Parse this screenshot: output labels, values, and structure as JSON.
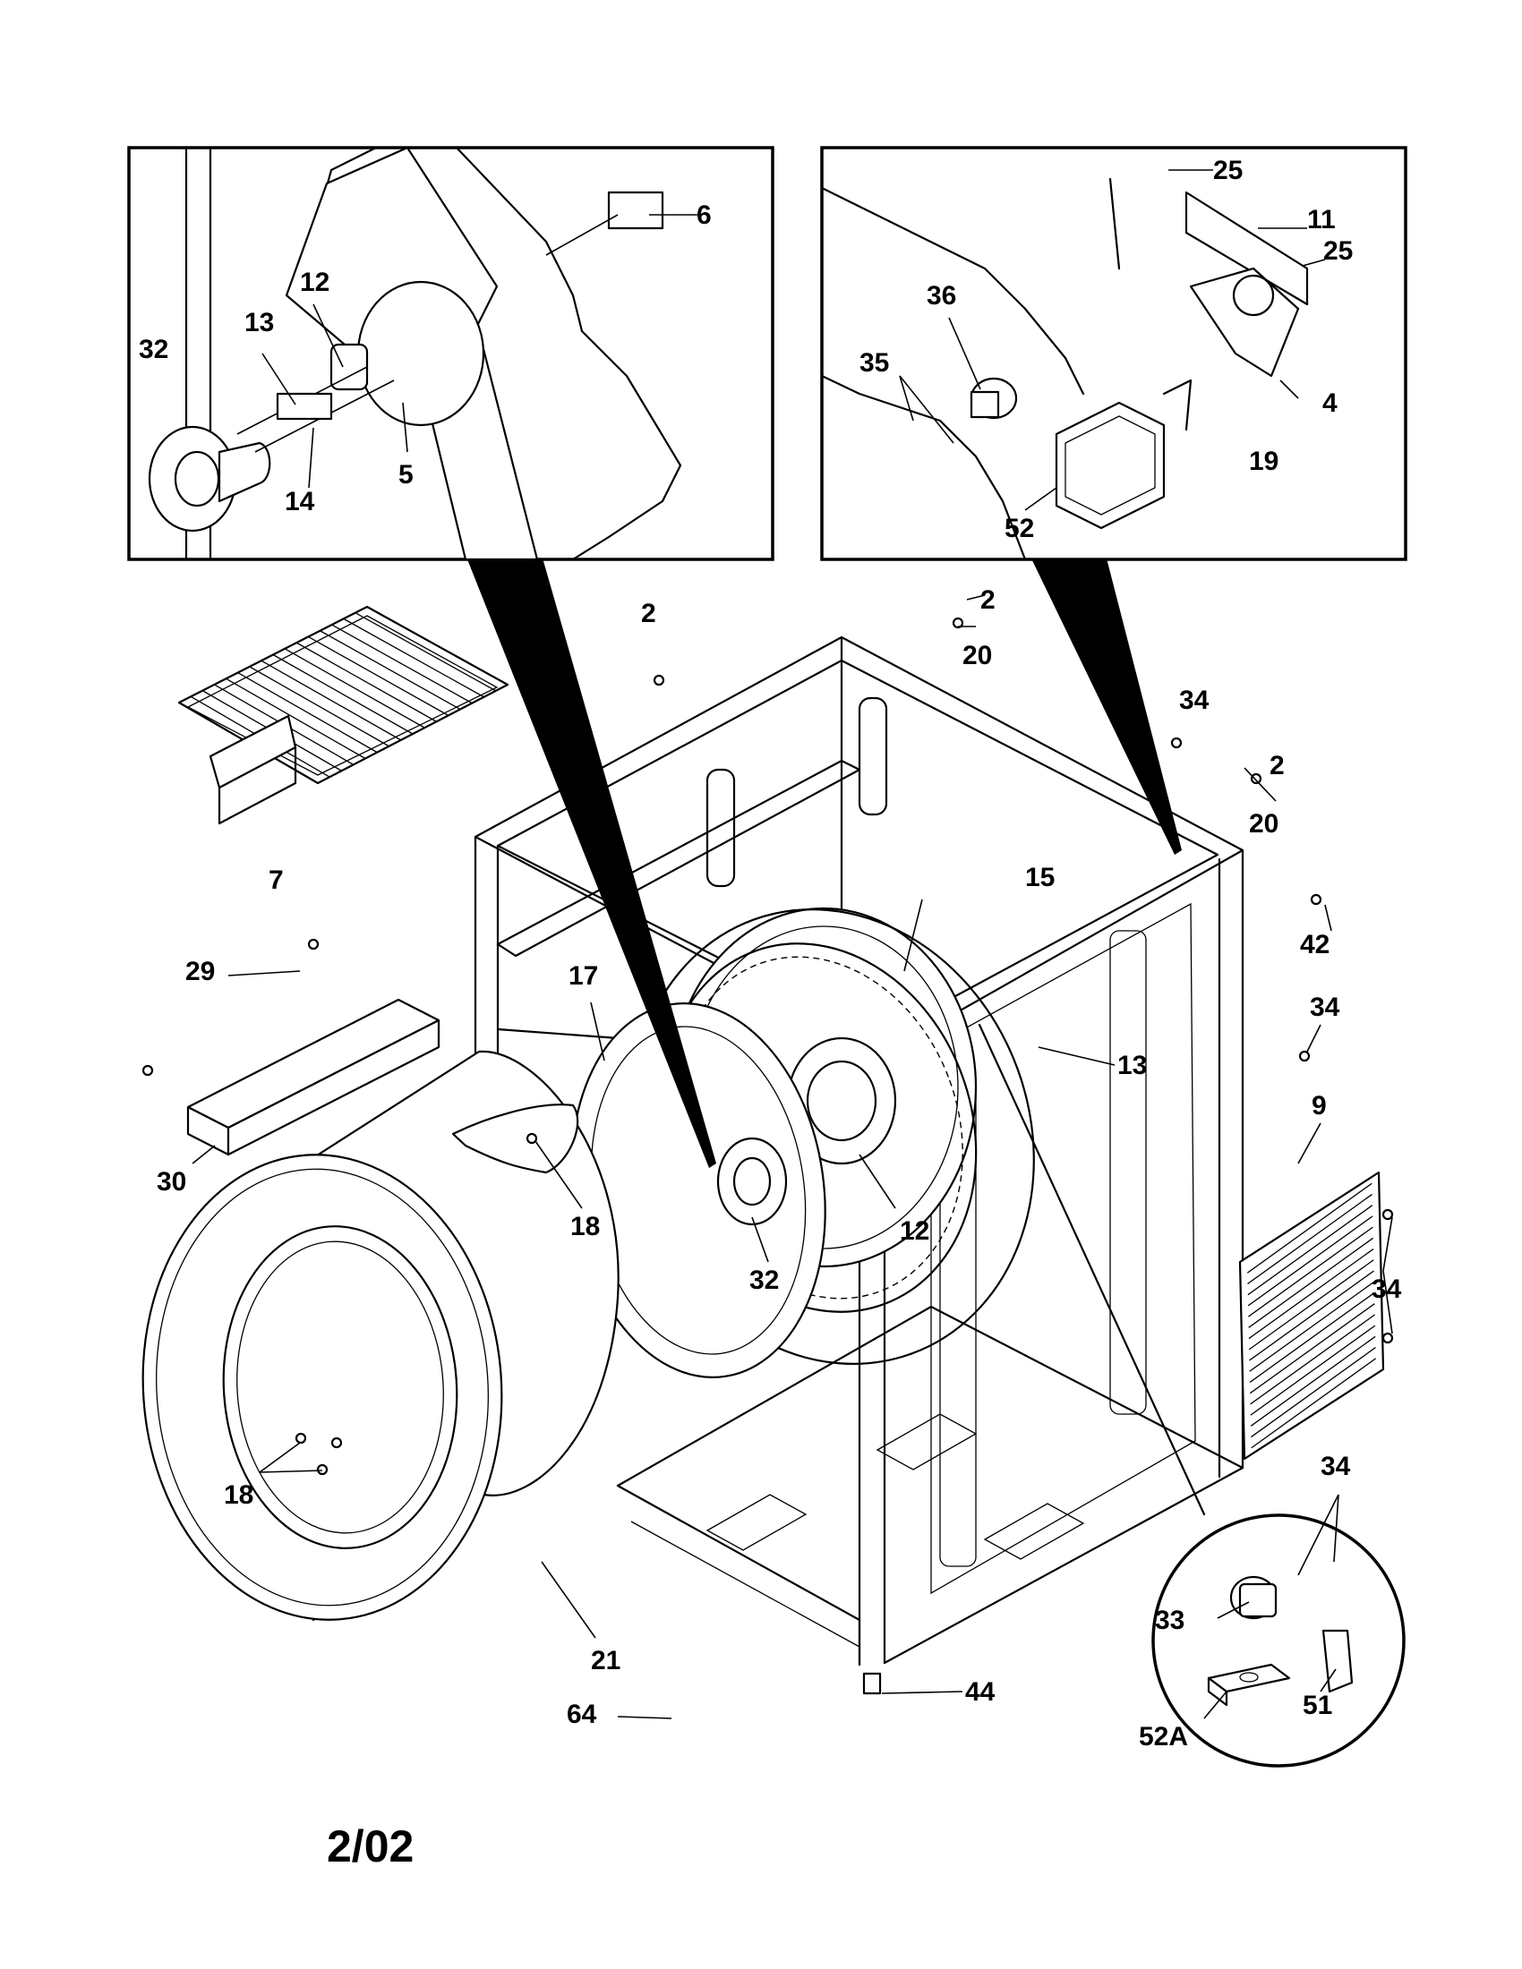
{
  "callouts": [
    {
      "id": "c-6",
      "text": "6"
    },
    {
      "id": "c-12a",
      "text": "12"
    },
    {
      "id": "c-13a",
      "text": "13"
    },
    {
      "id": "c-32a",
      "text": "32"
    },
    {
      "id": "c-14",
      "text": "14"
    },
    {
      "id": "c-5",
      "text": "5"
    },
    {
      "id": "c-25a",
      "text": "25"
    },
    {
      "id": "c-11",
      "text": "11"
    },
    {
      "id": "c-25b",
      "text": "25"
    },
    {
      "id": "c-36",
      "text": "36"
    },
    {
      "id": "c-35",
      "text": "35"
    },
    {
      "id": "c-4",
      "text": "4"
    },
    {
      "id": "c-19",
      "text": "19"
    },
    {
      "id": "c-52",
      "text": "52"
    },
    {
      "id": "c-2a",
      "text": "2"
    },
    {
      "id": "c-2b",
      "text": "2"
    },
    {
      "id": "c-20a",
      "text": "20"
    },
    {
      "id": "c-34a",
      "text": "34"
    },
    {
      "id": "c-2c",
      "text": "2"
    },
    {
      "id": "c-20b",
      "text": "20"
    },
    {
      "id": "c-7",
      "text": "7"
    },
    {
      "id": "c-15",
      "text": "15"
    },
    {
      "id": "c-42",
      "text": "42"
    },
    {
      "id": "c-29",
      "text": "29"
    },
    {
      "id": "c-17",
      "text": "17"
    },
    {
      "id": "c-34b",
      "text": "34"
    },
    {
      "id": "c-13b",
      "text": "13"
    },
    {
      "id": "c-9",
      "text": "9"
    },
    {
      "id": "c-30",
      "text": "30"
    },
    {
      "id": "c-18a",
      "text": "18"
    },
    {
      "id": "c-12b",
      "text": "12"
    },
    {
      "id": "c-32b",
      "text": "32"
    },
    {
      "id": "c-34c",
      "text": "34"
    },
    {
      "id": "c-18b",
      "text": "18"
    },
    {
      "id": "c-34d",
      "text": "34"
    },
    {
      "id": "c-21",
      "text": "21"
    },
    {
      "id": "c-33",
      "text": "33"
    },
    {
      "id": "c-51",
      "text": "51"
    },
    {
      "id": "c-52a",
      "text": "52A"
    },
    {
      "id": "c-64",
      "text": "64"
    },
    {
      "id": "c-44",
      "text": "44"
    }
  ],
  "revision": "2/02"
}
